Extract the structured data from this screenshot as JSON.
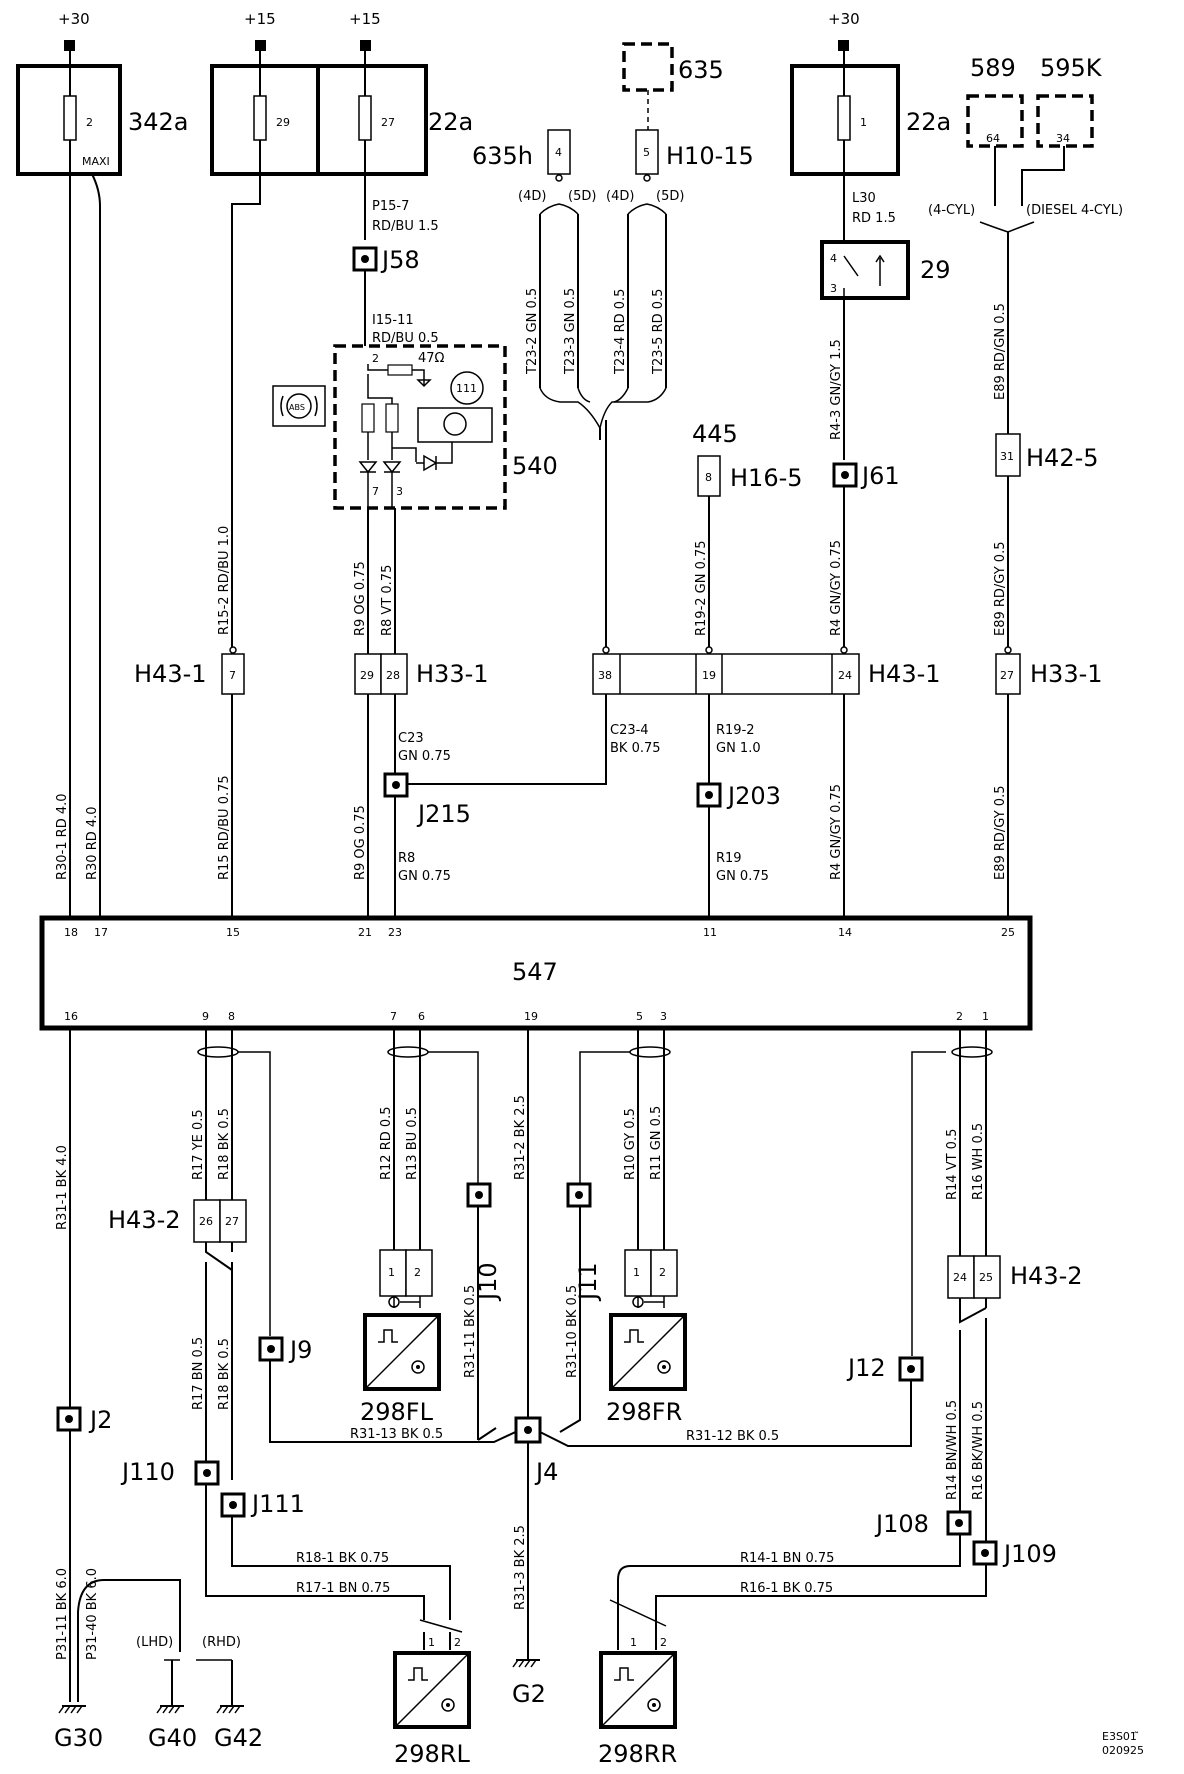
{
  "supply": {
    "s1": "+30",
    "s2": "+15",
    "s3": "+15",
    "s4": "+30"
  },
  "fuses": {
    "maxi_pin": "2",
    "maxi_note": "MAXI",
    "maxi_id": "342a",
    "f29": "29",
    "f27": "27",
    "f22_id": "22a",
    "f1": "1",
    "f1_id": "22a"
  },
  "components": {
    "c635": "635",
    "c635h": "635h",
    "c635h_pin": "4",
    "h1015": "H10-15",
    "h1015_pin": "5",
    "c589": "589",
    "c595k": "595K",
    "c589_pin": "64",
    "c595k_pin": "34",
    "c540": "540",
    "c540_p2": "2",
    "c540_p7": "7",
    "c540_p3": "3",
    "c540_res": "47Ω",
    "c540_disp": "111",
    "c540_abs": "ABS",
    "c29": "29",
    "c29_p4": "4",
    "c29_p3": "3",
    "c445": "445",
    "h165": "H16-5",
    "h165_pin": "8",
    "h425": "H42-5",
    "h425_pin": "31",
    "c547": "547",
    "fl": "298FL",
    "fr": "298FR",
    "rl": "298RL",
    "rr": "298RR",
    "g30": "G30",
    "g40": "G40",
    "g42": "G42",
    "g2": "G2",
    "lhd": "(LHD)",
    "rhd": "(RHD)",
    "cyl4": "(4-CYL)",
    "diesel": "(DIESEL 4-CYL)",
    "d4a": "(4D)",
    "d5a": "(5D)",
    "d4b": "(4D)",
    "d5b": "(5D)",
    "code1": "E3S01 ̃",
    "code2": "020925"
  },
  "connectors": {
    "h431a": "H43-1",
    "h431b": "H43-1",
    "h331a": "H33-1",
    "h331b": "H33-1",
    "h432a": "H43-2",
    "h432b": "H43-2",
    "p7": "7",
    "p29": "29",
    "p28": "28",
    "p38": "38",
    "p19": "19",
    "p24": "24",
    "p27": "27",
    "p26": "26",
    "p27b": "27",
    "p24b": "24",
    "p25": "25",
    "fl1": "1",
    "fl2": "2",
    "fr1": "1",
    "fr2": "2",
    "rl1": "1",
    "rl2": "2",
    "rr1": "1",
    "rr2": "2"
  },
  "junctions": {
    "j58": "J58",
    "j61": "J61",
    "j215": "J215",
    "j203": "J203",
    "j2": "J2",
    "j9": "J9",
    "j10": "J10",
    "j11": "J11",
    "j12": "J12",
    "j4": "J4",
    "j110": "J110",
    "j111": "J111",
    "j108": "J108",
    "j109": "J109"
  },
  "pins547": {
    "t18": "18",
    "t17": "17",
    "t15": "15",
    "t21": "21",
    "t23": "23",
    "t11": "11",
    "t14": "14",
    "t25": "25",
    "b16": "16",
    "b9": "9",
    "b8": "8",
    "b7": "7",
    "b6": "6",
    "b19": "19",
    "b5": "5",
    "b3": "3",
    "b2": "2",
    "b1": "1"
  },
  "wires": {
    "p157": "P15-7",
    "p157b": "RD/BU  1.5",
    "i1511": "I15-11",
    "i1511b": "RD/BU  0.5",
    "l30": "L30",
    "l30b": "RD    1.5",
    "r152": "R15-2  RD/BU  1.0",
    "t232": "T23-2  GN  0.5",
    "t233": "T23-3  GN  0.5",
    "t234": "T23-4  RD  0.5",
    "t235": "T23-5  RD  0.5",
    "r43": "R4-3  GN/GY  1.5",
    "e89a": "E89  RD/GN  0.5",
    "r192": "R19-2  GN  0.75",
    "r9a": "R9  OG  0.75",
    "r8a": "R8  VT  0.75",
    "r4a": "R4  GN/GY  0.75",
    "e89b": "E89  RD/GY  0.5",
    "c23": "C23",
    "c23b": "GN  0.75",
    "c234": "C23-4",
    "c234b": "BK  0.75",
    "r192b": "R19-2",
    "r192c": "GN   1.0",
    "r301": "R30-1  RD  4.0",
    "r30": "R30  RD  4.0",
    "r15": "R15  RD/BU  0.75",
    "r9b": "R9  OG  0.75",
    "r8b": "R8",
    "r8c": "GN  0.75",
    "r19": "R19",
    "r19b": "GN  0.75",
    "r4b": "R4  GN/GY  0.75",
    "e89c": "E89  RD/GY  0.5",
    "r311": "R31-1  BK  4.0",
    "r17": "R17  YE  0.5",
    "r18": "R18  BK  0.5",
    "r12": "R12  RD  0.5",
    "r13": "R13  BU  0.5",
    "r312": "R31-2  BK  2.5",
    "r10": "R10  GY  0.5",
    "r11": "R11  GN  0.5",
    "r14": "R14  VT  0.5",
    "r16": "R16  WH  0.5",
    "r17b": "R17  BN  0.5",
    "r18b": "R18  BK  0.5",
    "r3111": "R31-11  BK  0.5",
    "r3110": "R31-10  BK  0.5",
    "r14b": "R14  BN/WH  0.5",
    "r16b": "R16  BK/WH  0.5",
    "r3113": "R31-13  BK   0.5",
    "r3112": "R31-12   BK   0.5",
    "p3111": "P31-11  BK  6.0",
    "p3140": "P31-40  BK  6.0",
    "r313": "R31-3  BK  2.5",
    "r181": "R18-1   BK   0.75",
    "r171": "R17-1   BN   0.75",
    "r141": "R14-1   BN   0.75",
    "r161": "R16-1   BK   0.75"
  }
}
